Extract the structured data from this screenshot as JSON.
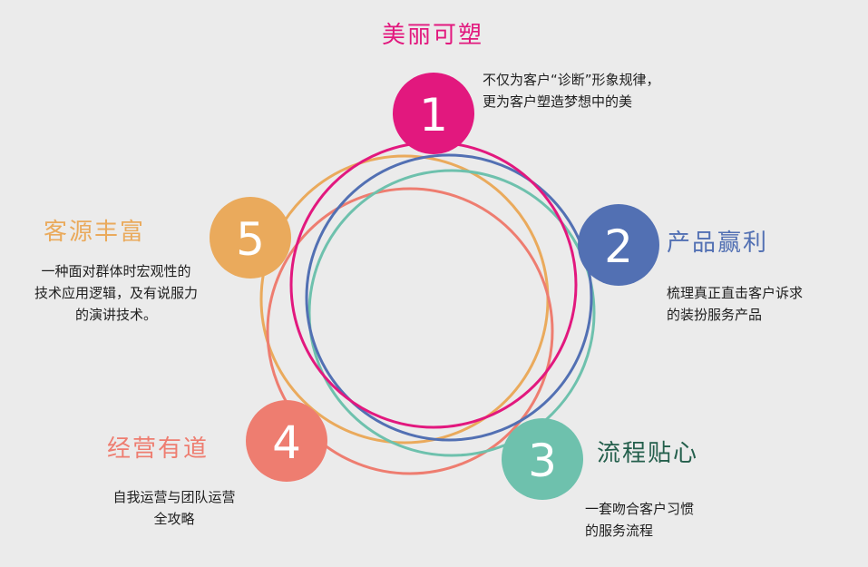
{
  "colors": {
    "pink": "#e2187e",
    "blue": "#5270b3",
    "teal": "#6ec1ad",
    "salmon": "#ee7d70",
    "orange": "#eaaa5c",
    "background": "#ebebeb"
  },
  "items": [
    {
      "number": "1",
      "title": "美丽可塑",
      "desc": [
        "不仅为客户“诊断”形象规律，",
        "更为客户塑造梦想中的美"
      ]
    },
    {
      "number": "2",
      "title": "产品赢利",
      "desc": [
        "梳理真正直击客户诉求",
        "的装扮服务产品"
      ]
    },
    {
      "number": "3",
      "title": "流程贴心",
      "desc": [
        "一套吻合客户习惯",
        "的服务流程"
      ]
    },
    {
      "number": "4",
      "title": "经营有道",
      "desc": [
        "自我运营与团队运营",
        "全攻略"
      ]
    },
    {
      "number": "5",
      "title": "客源丰富",
      "desc": [
        "一种面对群体时宏观性的",
        "技术应用逻辑，及有说服力",
        "的演讲技术。"
      ]
    }
  ]
}
